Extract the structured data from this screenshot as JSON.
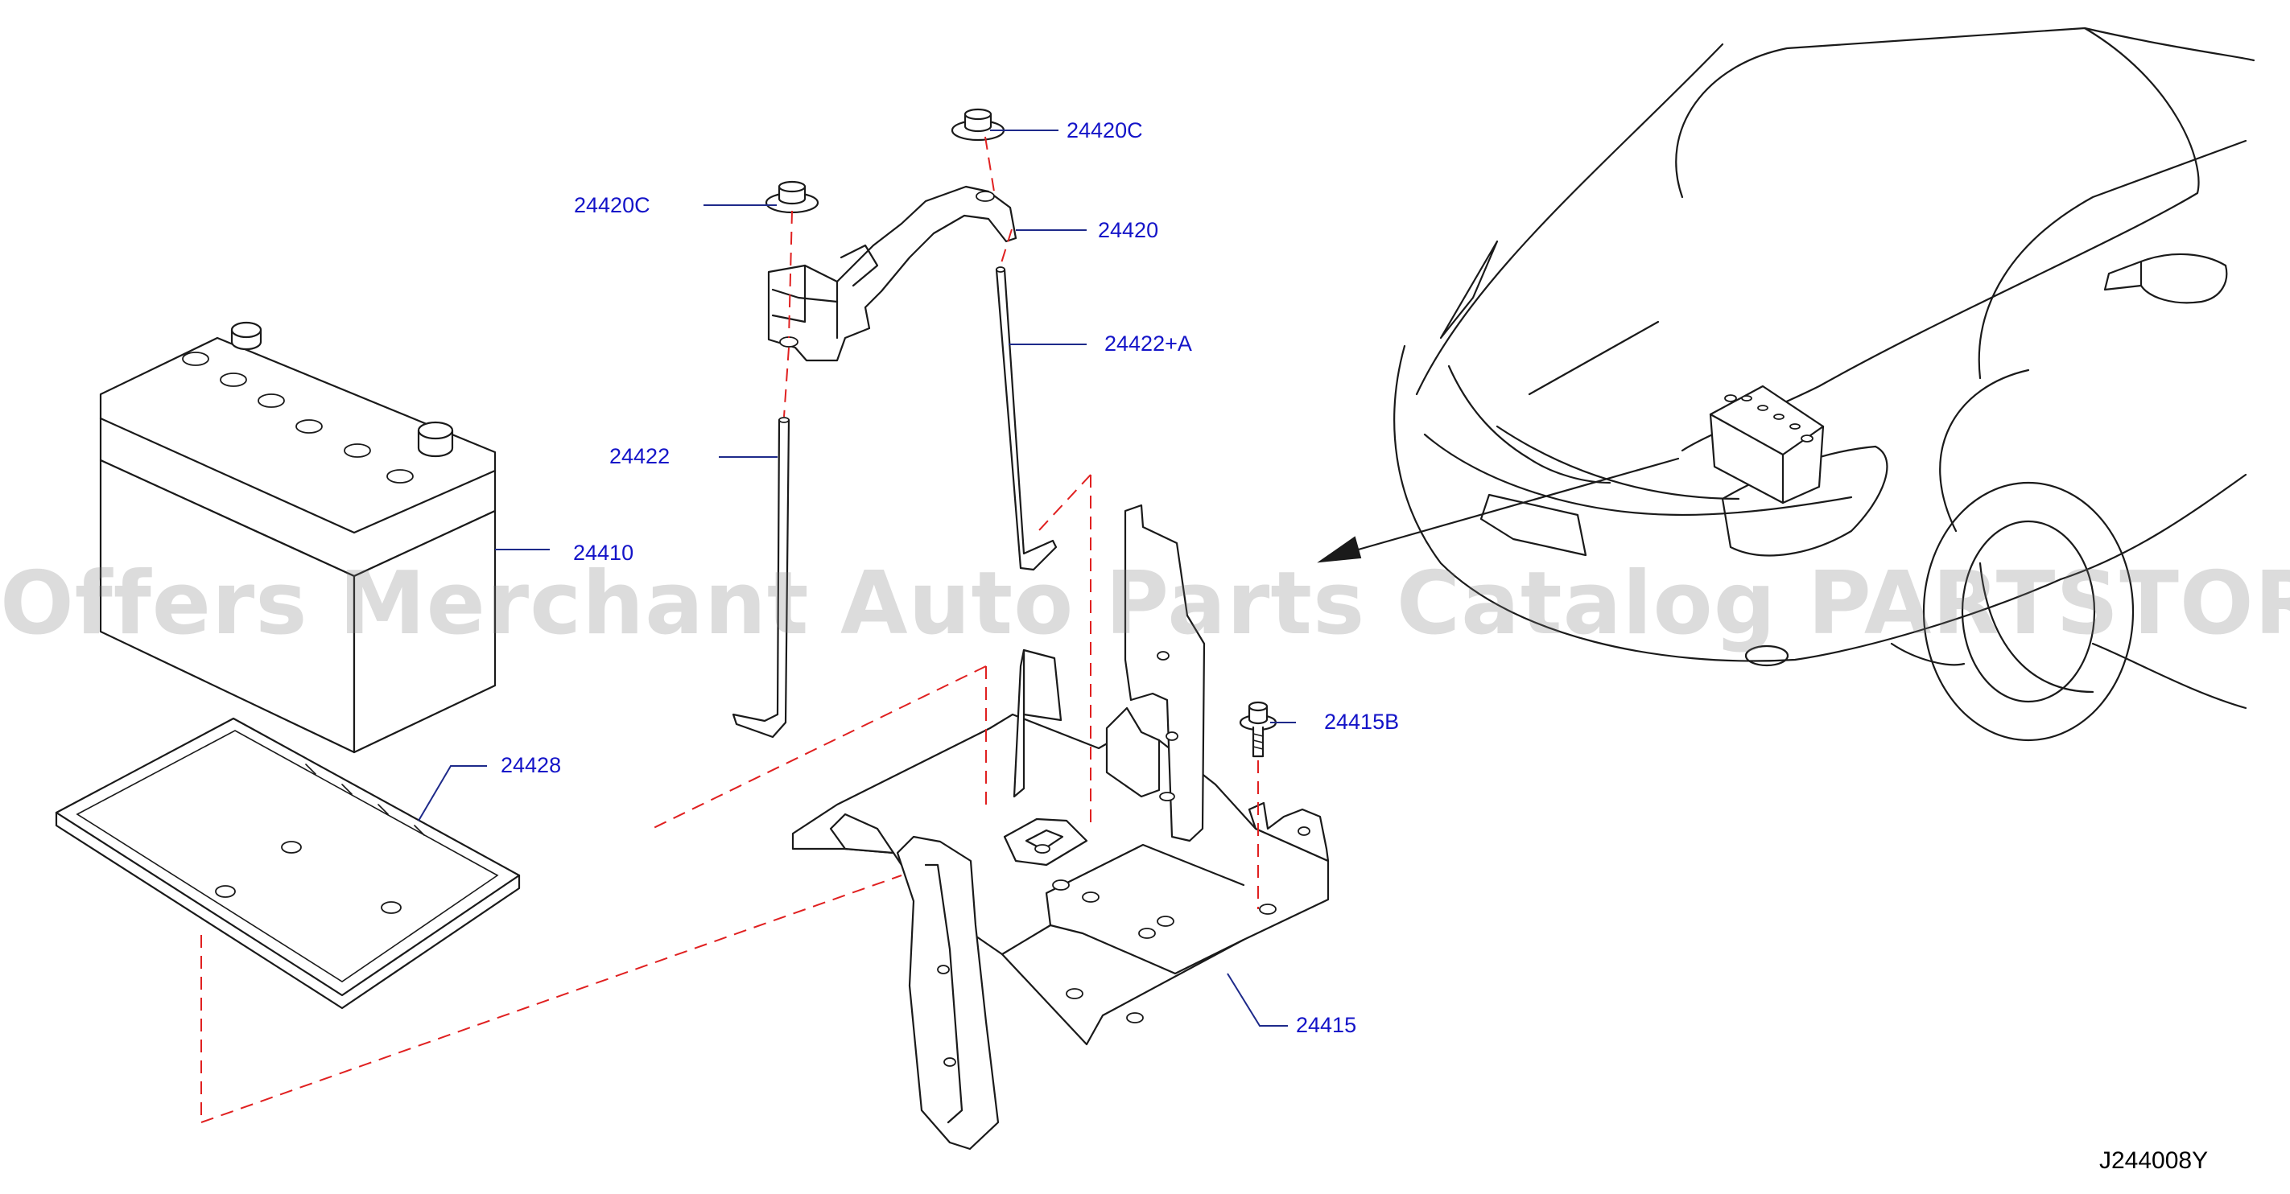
{
  "callouts": {
    "nut_left": "24420C",
    "nut_top": "24420C",
    "bracket": "24420",
    "rod_right": "24422+A",
    "rod_left": "24422",
    "battery": "24410",
    "tray": "24428",
    "bolt": "24415B",
    "support": "24415"
  },
  "diagram_code": "J244008Y",
  "watermark": "Offers Merchant Auto Parts Catalog PARTSTORE.SA",
  "colors": {
    "callout_text": "#1414c8",
    "leader_line": "#1e2a8a",
    "mount_dash": "#e02020",
    "outline": "#1a1a1a"
  }
}
